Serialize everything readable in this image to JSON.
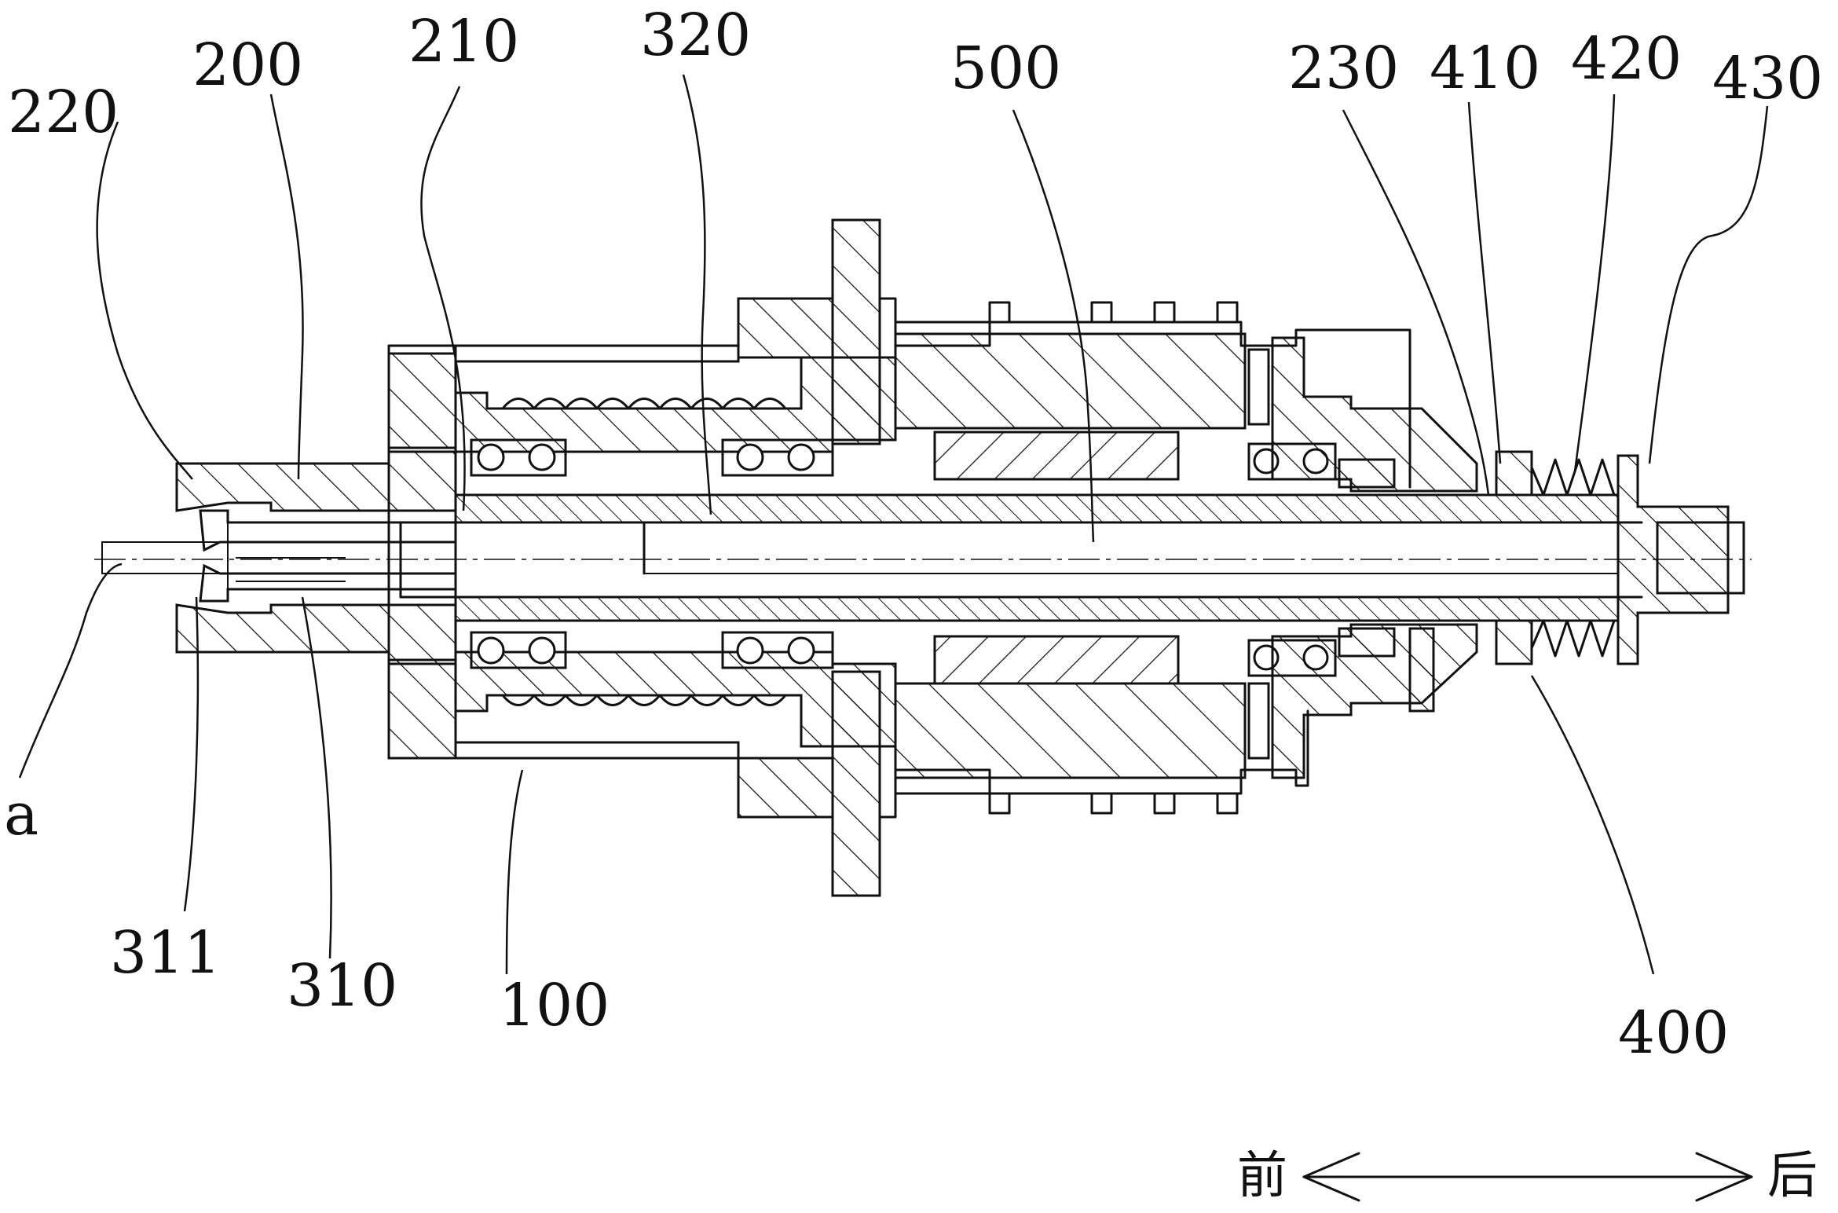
{
  "labels": {
    "l220": "220",
    "l200": "200",
    "l210": "210",
    "l320": "320",
    "l500": "500",
    "l230": "230",
    "l410": "410",
    "l420": "420",
    "l430": "430",
    "la": "a",
    "l311": "311",
    "l310": "310",
    "l100": "100",
    "l400": "400"
  },
  "direction": {
    "front": "前",
    "back": "后"
  }
}
